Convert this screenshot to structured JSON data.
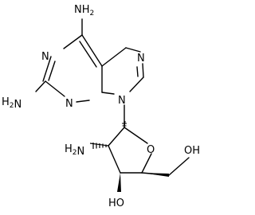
{
  "molecule": {
    "atoms": {
      "amine_top": "NH2",
      "amine_left": "H2N",
      "amine_sugar": "H2N",
      "n_ring_top": "N",
      "n_ring_left": "N",
      "n_ring_right": "N",
      "n_ring_glyco": "N",
      "o_ring": "O",
      "hydroxyl_right": "OH",
      "hydroxyl_bottom": "HO"
    }
  }
}
